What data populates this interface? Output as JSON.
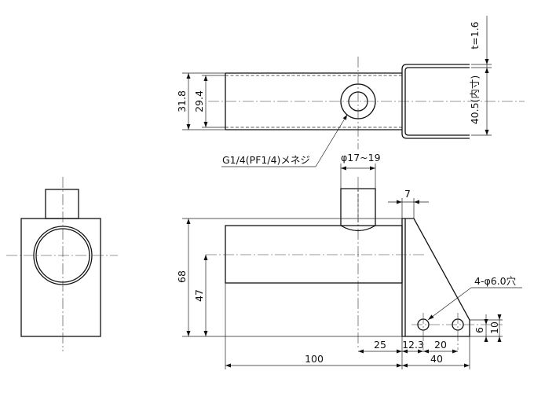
{
  "dimensions": {
    "height_outer": "31.8",
    "height_inner": "29.4",
    "thickness": "t=1.6",
    "inner_width": "40.5(内寸)",
    "thread_note": "G1/4(PF1/4)メネジ",
    "boss_dia": "φ17~19",
    "plate_width": "7",
    "hole_note": "4-φ6.0穴",
    "total_height": "68",
    "center_height": "47",
    "hole_edge_small": "6",
    "hole_edge_large": "10",
    "offset_25": "25",
    "offset_12_3": "12.3",
    "pitch_20": "20",
    "length_100": "100",
    "length_40": "40"
  }
}
